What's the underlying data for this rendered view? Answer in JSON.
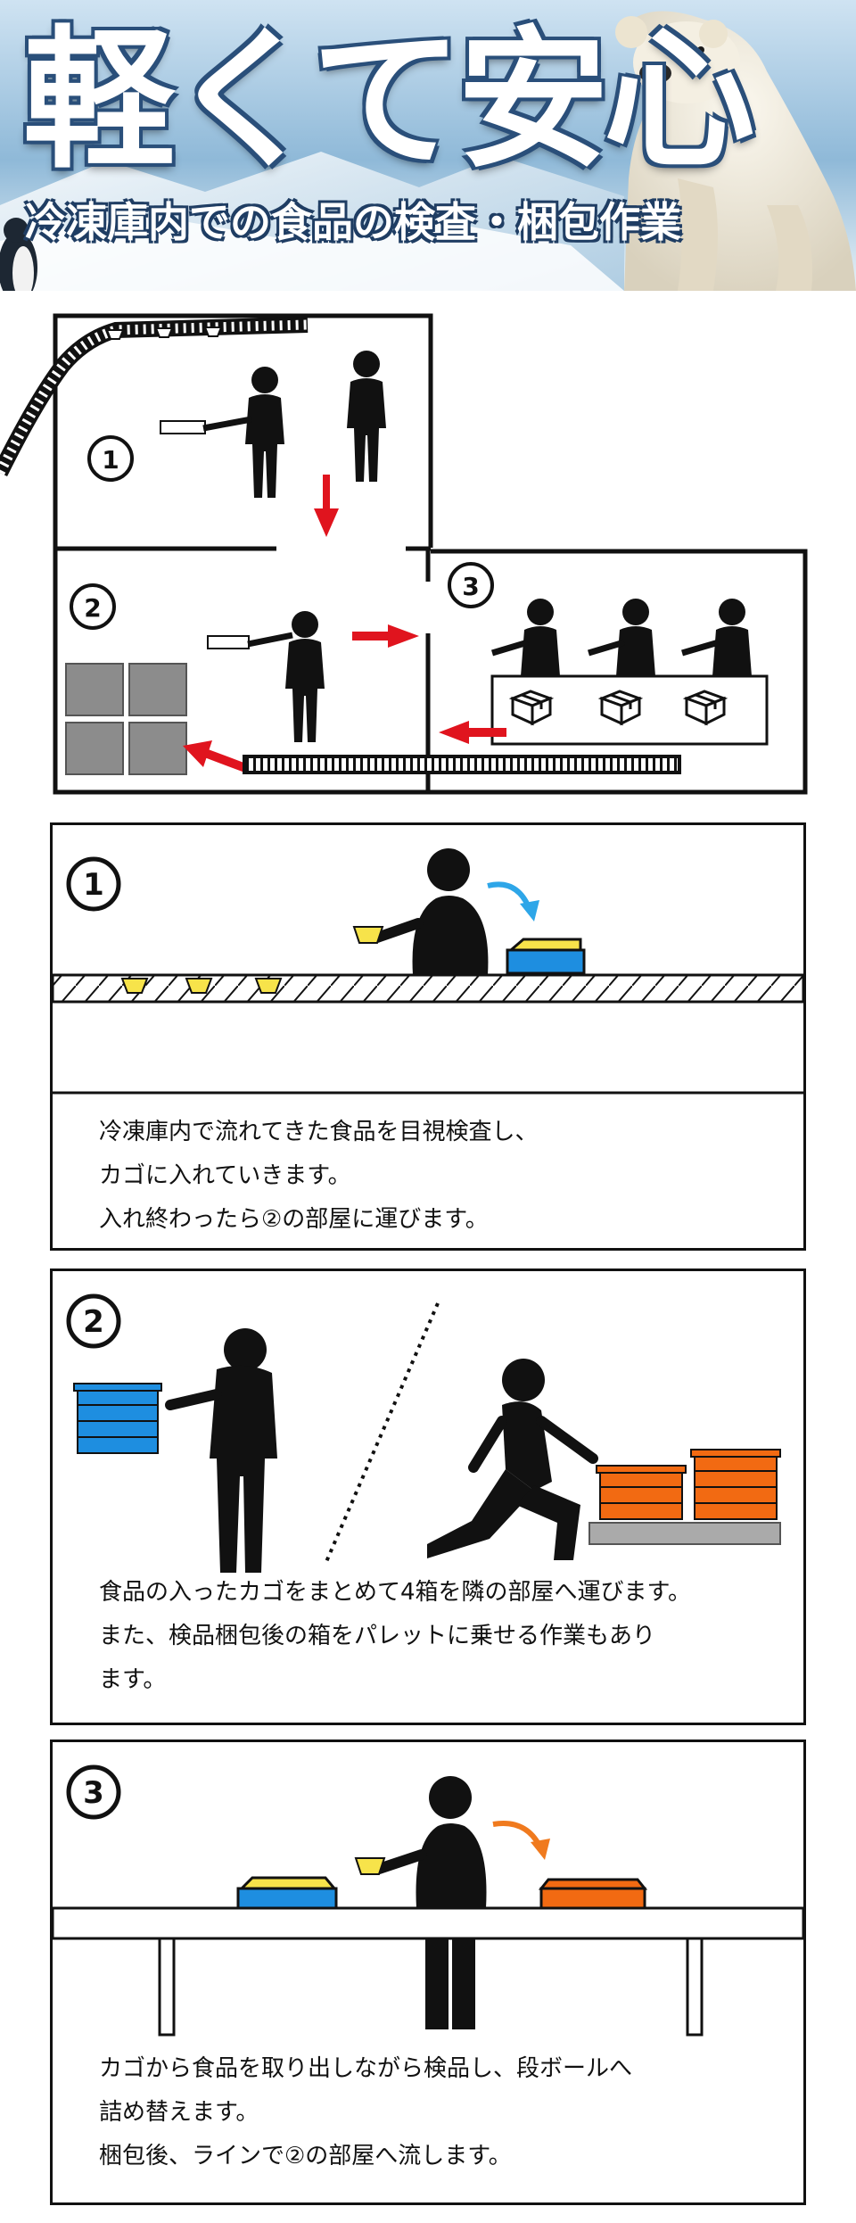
{
  "hero": {
    "title": "軽くて安心",
    "subtitle": "冷凍庫内での食品の検査・梱包作業"
  },
  "floor_plan": {
    "room1_label": "①",
    "room2_label": "②",
    "room3_label": "③"
  },
  "steps": [
    {
      "number": "①",
      "lines": [
        "冷凍庫内で流れてきた食品を目視検査し、",
        "カゴに入れていきます。",
        "入れ終わったら②の部屋に運びます。"
      ]
    },
    {
      "number": "②",
      "lines": [
        "食品の入ったカゴをまとめて4箱を隣の部屋へ運びます。",
        "また、検品梱包後の箱をパレットに乗せる作業もあり",
        "ます。"
      ]
    },
    {
      "number": "③",
      "lines": [
        "カゴから食品を取り出しながら検品し、段ボールへ",
        "詰め替えます。",
        "梱包後、ラインで②の部屋へ流します。"
      ]
    }
  ],
  "colors": {
    "accent_red": "#e0141e",
    "basket_yellow": "#f7e34a",
    "crate_blue": "#1e8ee0",
    "crate_orange": "#f26a12",
    "arrow_blue": "#2ea6e8",
    "arrow_orange": "#f07a1e"
  }
}
